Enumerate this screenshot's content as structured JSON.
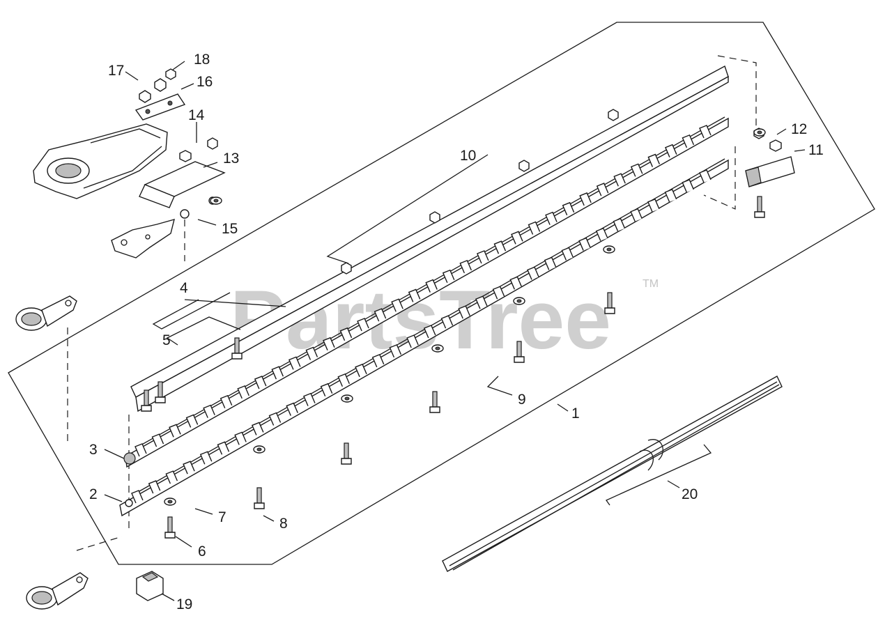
{
  "watermark": {
    "text": "PartsTree",
    "trademark": "TM"
  },
  "callouts": [
    {
      "id": "c1",
      "text": "1"
    },
    {
      "id": "c2",
      "text": "2"
    },
    {
      "id": "c3",
      "text": "3"
    },
    {
      "id": "c4",
      "text": "4"
    },
    {
      "id": "c5",
      "text": "5"
    },
    {
      "id": "c6",
      "text": "6"
    },
    {
      "id": "c7",
      "text": "7"
    },
    {
      "id": "c8",
      "text": "8"
    },
    {
      "id": "c9",
      "text": "9"
    },
    {
      "id": "c10",
      "text": "10"
    },
    {
      "id": "c11",
      "text": "11"
    },
    {
      "id": "c12",
      "text": "12"
    },
    {
      "id": "c13",
      "text": "13"
    },
    {
      "id": "c14",
      "text": "14"
    },
    {
      "id": "c15",
      "text": "15"
    },
    {
      "id": "c16",
      "text": "16"
    },
    {
      "id": "c17",
      "text": "17"
    },
    {
      "id": "c18",
      "text": "18"
    },
    {
      "id": "c19",
      "text": "19"
    },
    {
      "id": "c20",
      "text": "20"
    }
  ]
}
